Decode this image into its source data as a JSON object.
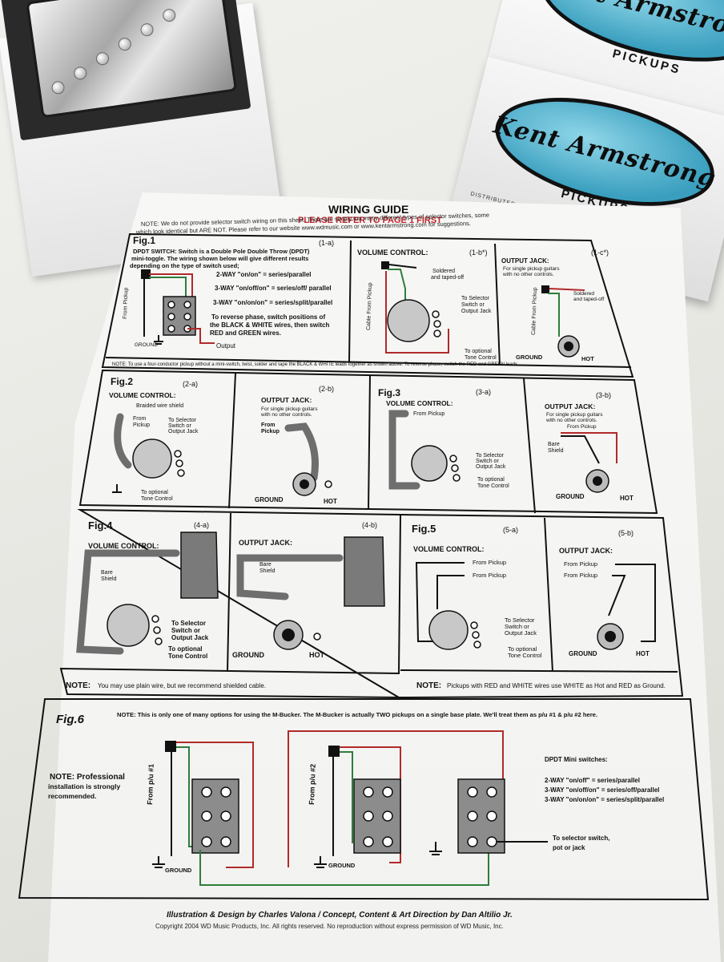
{
  "colors": {
    "ka_blue": "#3a9fbf",
    "red_wire": "#b12a2a",
    "green_wire": "#2f7d3c",
    "heading_red": "#c0262d"
  },
  "ka_box": {
    "brand": "Kent Armstrong",
    "product": "PICKUPS",
    "distributor": "DISTRIBUTED EXCLUSIVELY BY WD MUSIC PRODUCTS, INC."
  },
  "guide": {
    "title": "WIRING GUIDE",
    "subtitle": "PLEASE REFER TO PAGE 1 FIRST",
    "intro_1": "NOTE: We do not provide selector switch wiring on this sheet.  There are simply too many different types of selector switches, some",
    "intro_2": "which look identical but ARE NOT. Please refer to our website www.wdmusic.com or www.kentarmstrong.com for suggestions.",
    "fig1": {
      "label": "Fig.1",
      "code_a": "(1-a)",
      "code_b": "(1-b*)",
      "code_c": "(1-c*)",
      "dpdt_1": "DPDT SWITCH:  Switch is a Double Pole Double Throw (DPDT)",
      "dpdt_2": "mini-toggle. The wiring shown below will give different results",
      "dpdt_3": "depending on the type of switch used;",
      "way1": "2-WAY \"on/on\" = series/parallel",
      "way2": "3-WAY \"on/off/on\" = series/off/ parallel",
      "way3": "3-WAY \"on/on/on\" = series/split/parallel",
      "phase_1": "To reverse phase, switch positions of",
      "phase_2": "the BLACK & WHITE wires, then switch",
      "phase_3": "RED and GREEN wires.",
      "from_pickup": "From Pickup",
      "ground": "GROUND",
      "output": "Output",
      "volume_control": "VOLUME CONTROL:",
      "soldered_1": "Soldered",
      "soldered_2": "and taped-off",
      "to_selector_1": "To Selector",
      "to_selector_2": "Switch or",
      "to_selector_3": "Output Jack",
      "cable_from_pickup": "Cable From Pickup",
      "tone_1": "To optional",
      "tone_2": "Tone Control",
      "output_jack": "OUTPUT JACK:",
      "single_1": "For single pickup guitars",
      "single_2": "with no other controls.",
      "hot": "HOT",
      "note": "NOTE: To use a four-conductor pickup without a mini-switch, twist, solder and tape the BLACK & WHITE leads together as shown above. To reverse phase, switch the RED and GREEN leads."
    },
    "fig2": {
      "label": "Fig.2",
      "code_a": "(2-a)",
      "code_b": "(2-b)",
      "volume_control": "VOLUME CONTROL:",
      "braided": "Braided wire shield",
      "from_pickup_1": "From",
      "from_pickup_2": "Pickup",
      "to_selector_1": "To Selector",
      "to_selector_2": "Switch or",
      "to_selector_3": "Output Jack",
      "tone_1": "To optional",
      "tone_2": "Tone Control",
      "output_jack": "OUTPUT JACK:",
      "single_1": "For single pickup guitars",
      "single_2": "with no other controls.",
      "from": "From",
      "pickup": "Pickup",
      "ground": "GROUND",
      "hot": "HOT"
    },
    "fig3": {
      "label": "Fig.3",
      "code_a": "(3-a)",
      "code_b": "(3-b)",
      "volume_control": "VOLUME CONTROL:",
      "from_pickup": "From Pickup",
      "to_selector_1": "To Selector",
      "to_selector_2": "Switch or",
      "to_selector_3": "Output Jack",
      "tone_1": "To optional",
      "tone_2": "Tone Control",
      "output_jack": "OUTPUT JACK:",
      "single_1": "For single pickup guitars",
      "single_2": "with no other controls.",
      "from_pickup_b": "From Pickup",
      "bare": "Bare",
      "shield": "Shield",
      "ground": "GROUND",
      "hot": "HOT"
    },
    "fig4": {
      "label": "Fig.4",
      "code_a": "(4-a)",
      "code_b": "(4-b)",
      "volume_control": "VOLUME CONTROL:",
      "bare": "Bare",
      "shield": "Shield",
      "to_selector_1": "To Selector",
      "to_selector_2": "Switch or",
      "to_selector_3": "Output Jack",
      "tone_1": "To optional",
      "tone_2": "Tone Control",
      "output_jack": "OUTPUT JACK:",
      "ground": "GROUND",
      "hot": "HOT",
      "note_bold": "NOTE:",
      "note": "You may use plain wire, but we recommend shielded cable."
    },
    "fig5": {
      "label": "Fig.5",
      "code_a": "(5-a)",
      "code_b": "(5-b)",
      "volume_control": "VOLUME CONTROL:",
      "from_pickup": "From Pickup",
      "to_selector_1": "To Selector",
      "to_selector_2": "Switch or",
      "to_selector_3": "Output Jack",
      "tone_1": "To optional",
      "tone_2": "Tone Control",
      "output_jack": "OUTPUT JACK:",
      "ground": "GROUND",
      "hot": "HOT",
      "note_bold": "NOTE:",
      "note": "Pickups with RED and WHITE wires use WHITE as Hot and RED as Ground."
    },
    "fig6": {
      "label": "Fig.6",
      "note": "NOTE:  This is only one of many options for using the M-Bucker. The M-Bucker is actually TWO pickups on a single base plate. We'll treat them as p/u #1 &  p/u #2 here.",
      "side_note_1": "NOTE: Professional",
      "side_note_2": "installation is strongly",
      "side_note_3": "recommended.",
      "from_pu1": "From p/u #1",
      "from_pu2": "From p/u #2",
      "ground": "GROUND",
      "dpdt_title": "DPDT Mini switches:",
      "sw1": "2-WAY \"on/off\" = series/parallel",
      "sw2": "3-WAY  \"on/off/on\" = series/off/parallel",
      "sw3": "3-WAY \"on/on/on\" = series/split/parallel",
      "to_selector_1": "To selector switch,",
      "to_selector_2": "pot or jack"
    },
    "credits": "Illustration & Design by Charles Valona  /  Concept, Content & Art Direction by Dan Altilio Jr.",
    "copyright": "Copyright 2004  WD Music Products, Inc.  All rights reserved. No reproduction without express permission of WD Music, Inc."
  }
}
